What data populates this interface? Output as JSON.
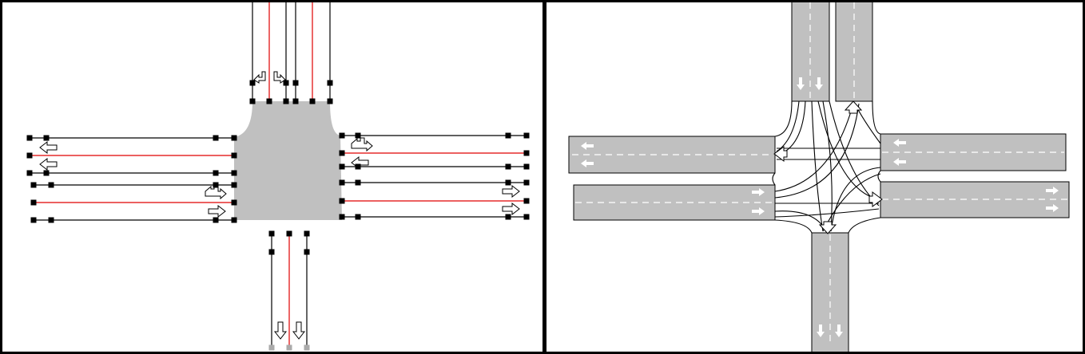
{
  "colors": {
    "junction_fill": "#c0c0c0",
    "road_fill": "#c0c0c0",
    "lane_line": "#000000",
    "center_line": "#e00000",
    "node": "#000000",
    "lane_marking": "#ffffff",
    "connection_line": "#000000"
  },
  "left_panel": {
    "view": "lane-graph-editor",
    "icons": [
      "left-arrow",
      "turn-arrow",
      "straight-arrow",
      "down-arrow",
      "node-handle"
    ]
  },
  "right_panel": {
    "view": "rendered-intersection",
    "icons": [
      "lane-arrow",
      "connection-arrow"
    ]
  }
}
